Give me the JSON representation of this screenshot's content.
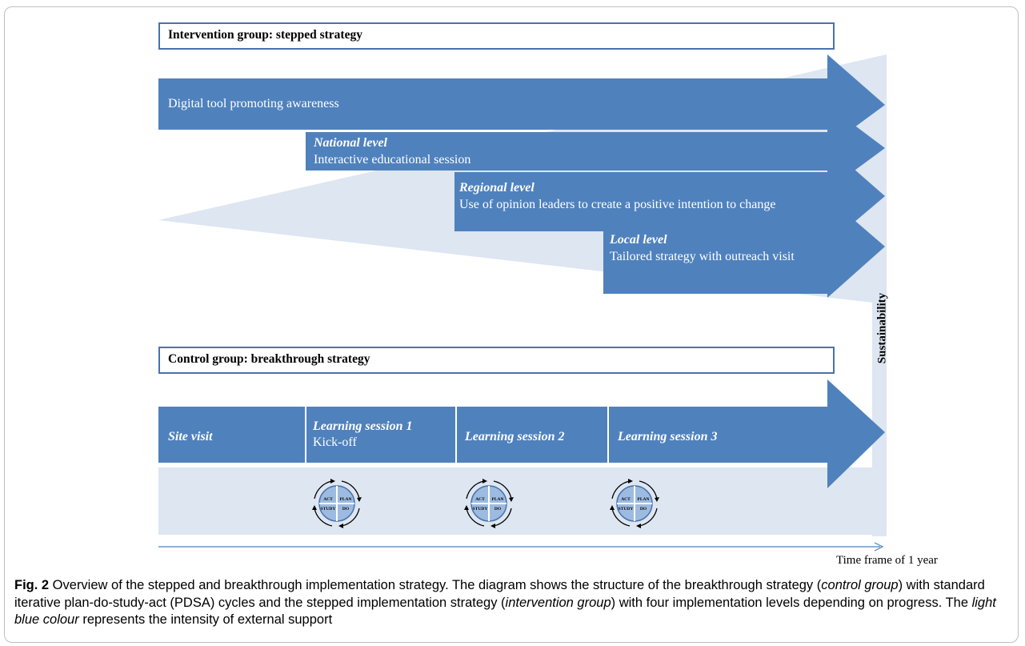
{
  "intervention": {
    "header": "Intervention group: stepped strategy",
    "awareness": "Digital tool promoting awareness",
    "national_title": "National level",
    "national_text": "Interactive educational session",
    "regional_title": "Regional level",
    "regional_text": "Use of opinion leaders  to create a positive intention to change",
    "local_title": "Local level",
    "local_text": "Tailored strategy with outreach visit"
  },
  "side_label": "Sustainability",
  "control": {
    "header": "Control group: breakthrough strategy",
    "site_visit": "Site visit",
    "ls1_title": "Learning session 1",
    "ls1_sub": "Kick-off",
    "ls2_title": "Learning session 2",
    "ls3_title": "Learning session 3"
  },
  "pdsa_cycle": {
    "act": "ACT",
    "plan": "PLAN",
    "study": "STUDY",
    "do": "DO"
  },
  "timeframe": "Time frame of 1 year",
  "caption": {
    "fig_label": "Fig. 2",
    "part1": " Overview of the stepped and breakthrough implementation strategy. The diagram shows the structure of the breakthrough strategy (",
    "control_group": "control group",
    "part2": ") with standard iterative plan-do-study-act (PDSA) cycles and the stepped implementation strategy (",
    "intervention_group": "intervention group",
    "part3": ") with four implementation levels depending on progress. The ",
    "light_blue": "light blue colour",
    "part4": " represents the intensity of external support"
  },
  "colors": {
    "arrow": "#4f81bd",
    "support": "#dde6f1",
    "border": "#4a72ad",
    "pdsa_fill": "#9dbbe0"
  }
}
